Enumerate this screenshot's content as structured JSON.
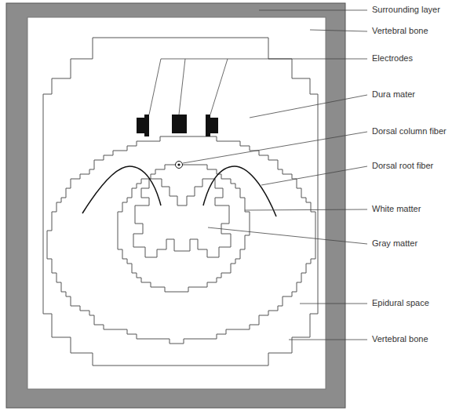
{
  "diagram": {
    "labels": [
      "Surrounding layer",
      "Vertebral bone",
      "Electrodes",
      "Dura mater",
      "Dorsal column fiber",
      "Dorsal root fiber",
      "White matter",
      "Gray matter",
      "Epidural space",
      "Vertebral bone"
    ]
  }
}
